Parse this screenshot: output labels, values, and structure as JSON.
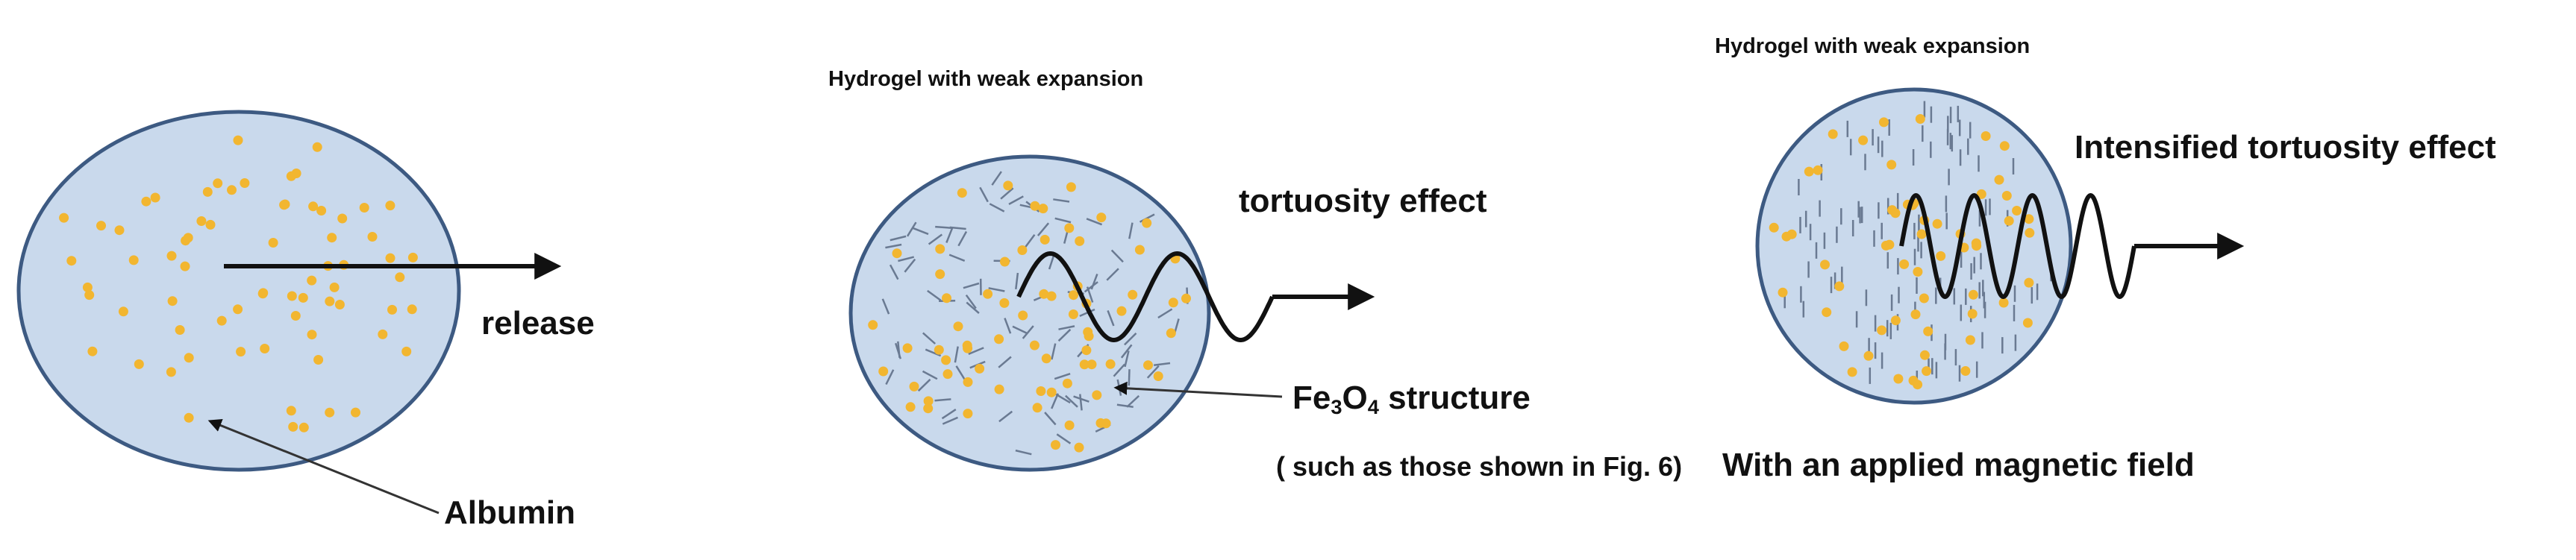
{
  "colors": {
    "sphere_fill": "#c9d9ec",
    "sphere_stroke": "#3d5a82",
    "particle": "#f2b630",
    "rod": "#6a7a92",
    "ink": "#111111"
  },
  "panel1": {
    "release_label": "release",
    "albumin_label": "Albumin"
  },
  "panel2": {
    "title": "Hydrogel with weak expansion",
    "effect_label": "tortuosity effect",
    "fe_prefix": "Fe",
    "fe_sub1": "3",
    "fe_o": "O",
    "fe_sub2": "4",
    "fe_suffix": " structure",
    "note": "( such as those shown  in Fig. 6)"
  },
  "panel3": {
    "title": "Hydrogel with weak expansion",
    "effect_label": "Intensified tortuosity effect",
    "field_label": "With an applied magnetic field"
  }
}
